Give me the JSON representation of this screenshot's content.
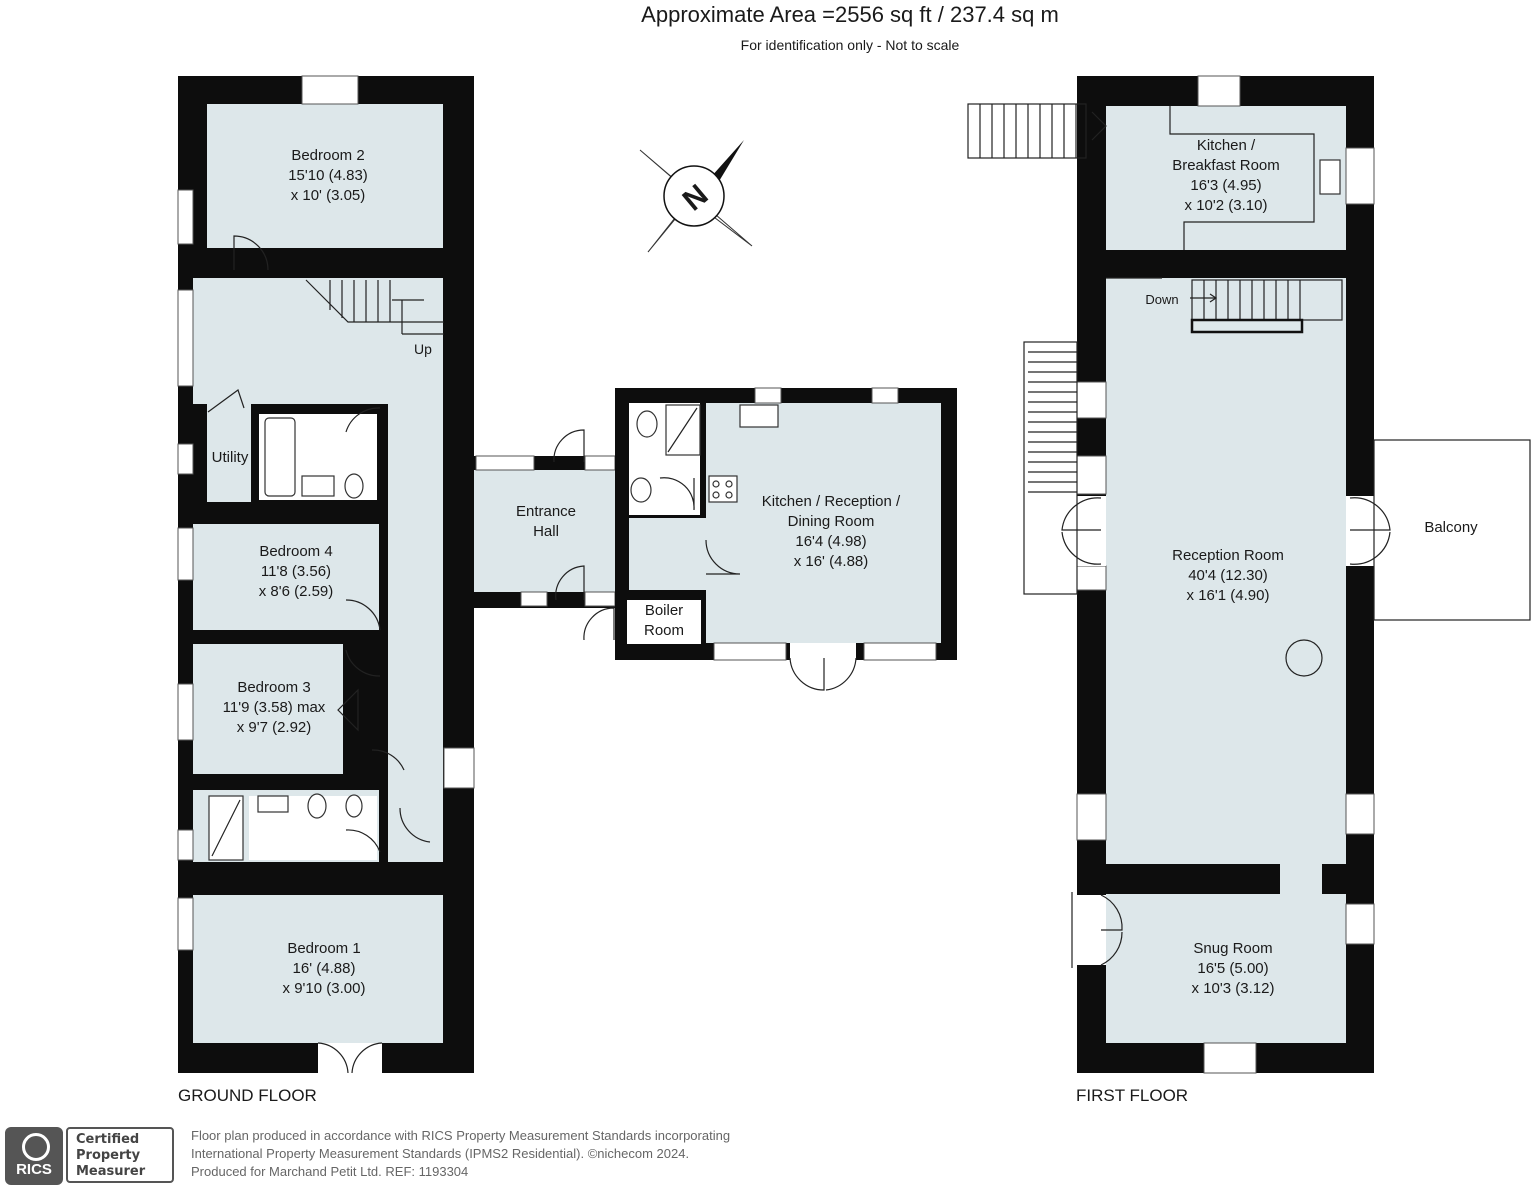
{
  "header": {
    "area": "Approximate Area =2556 sq ft / 237.4 sq m",
    "note": "For identification only - Not to scale"
  },
  "compass": {
    "letter": "N"
  },
  "ground_floor": {
    "label": "GROUND FLOOR",
    "rooms": [
      {
        "id": "bedroom2",
        "lines": [
          "Bedroom 2",
          "15'10 (4.83)",
          "x 10' (3.05)"
        ]
      },
      {
        "id": "utility",
        "lines": [
          "Utility"
        ]
      },
      {
        "id": "bedroom4",
        "lines": [
          "Bedroom 4",
          "11'8 (3.56)",
          "x 8'6 (2.59)"
        ]
      },
      {
        "id": "bedroom3",
        "lines": [
          "Bedroom 3",
          "11'9 (3.58) max",
          "x 9'7 (2.92)"
        ]
      },
      {
        "id": "bedroom1",
        "lines": [
          "Bedroom 1",
          "16' (4.88)",
          "x 9'10 (3.00)"
        ]
      },
      {
        "id": "entrance-hall",
        "lines": [
          "Entrance",
          "Hall"
        ]
      },
      {
        "id": "boiler-room",
        "lines": [
          "Boiler",
          "Room"
        ]
      },
      {
        "id": "kitchen-reception",
        "lines": [
          "Kitchen / Reception /",
          "Dining Room",
          "16'4 (4.98)",
          "x 16' (4.88)"
        ]
      }
    ],
    "stair_label": "Up"
  },
  "first_floor": {
    "label": "FIRST FLOOR",
    "rooms": [
      {
        "id": "kitchen-breakfast",
        "lines": [
          "Kitchen /",
          "Breakfast Room",
          "16'3 (4.95)",
          "x 10'2 (3.10)"
        ]
      },
      {
        "id": "reception-room",
        "lines": [
          "Reception Room",
          "40'4 (12.30)",
          "x 16'1 (4.90)"
        ]
      },
      {
        "id": "balcony",
        "lines": [
          "Balcony"
        ]
      },
      {
        "id": "snug-room",
        "lines": [
          "Snug Room",
          "16'5 (5.00)",
          "x 10'3 (3.12)"
        ]
      }
    ],
    "stair_label": "Down"
  },
  "footer": {
    "badge": [
      "Certified",
      "Property",
      "Measurer"
    ],
    "logo_text": "RICS",
    "lines": [
      "Floor plan produced in accordance with RICS Property Measurement Standards incorporating",
      "International Property Measurement Standards (IPMS2 Residential).   ©nichecom 2024.",
      "Produced for Marchand Petit Ltd.   REF:  1193304"
    ]
  }
}
